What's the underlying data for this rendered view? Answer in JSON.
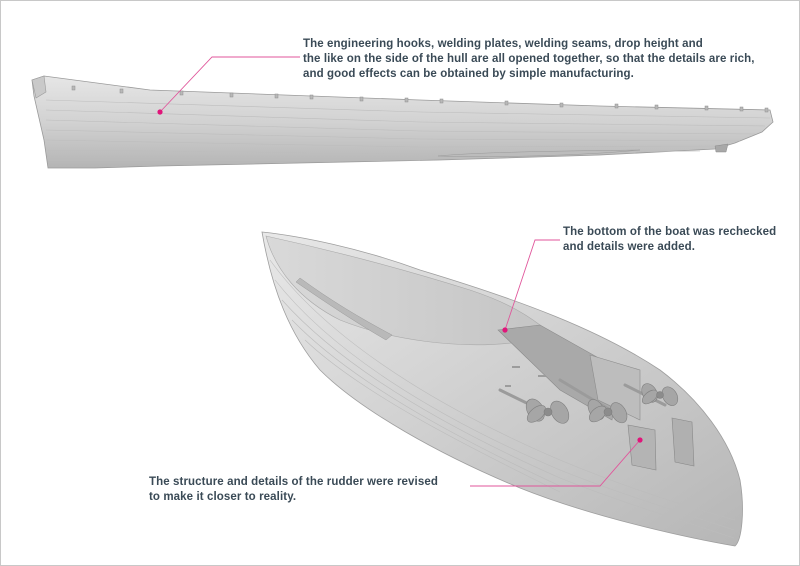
{
  "annotations": {
    "hull_side": "The engineering hooks, welding plates, welding seams, drop height and\nthe like on the side of the hull are all opened together, so that the details are rich,\nand good effects can be obtained by simple manufacturing.",
    "hull_bottom": "The bottom of the boat was rechecked\nand details were added.",
    "rudder": "The structure and details of the rudder were revised\nto make it closer to reality."
  },
  "colors": {
    "text": "#3a4a56",
    "leader_line": "#e0569b",
    "marker_dot": "#e0157a",
    "hull_light": "#dcdcdc",
    "hull_shade": "#a9a9a9"
  }
}
